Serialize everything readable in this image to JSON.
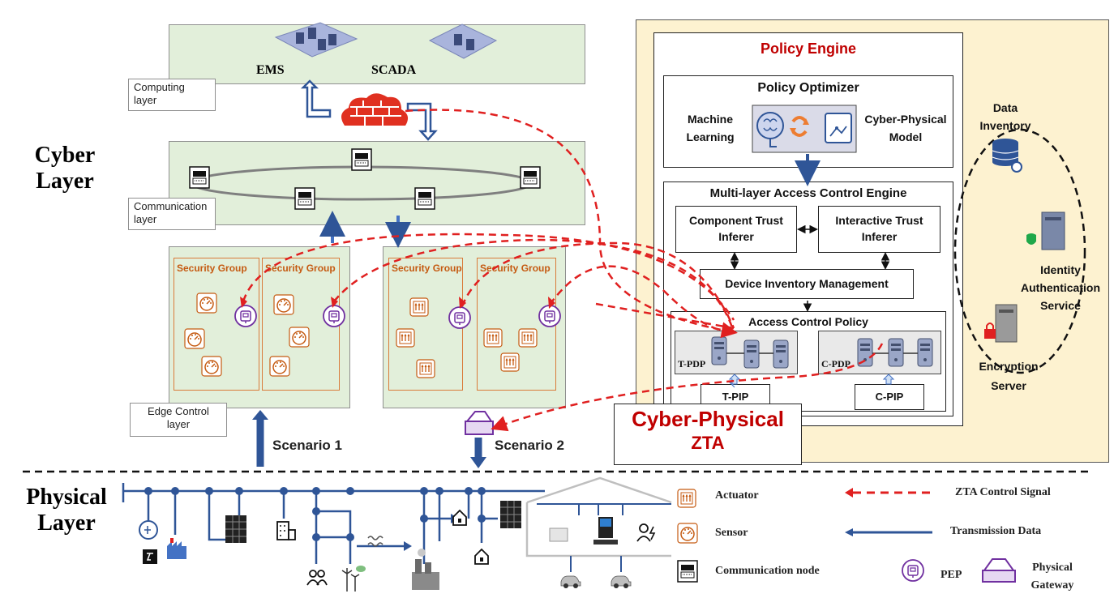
{
  "layers": {
    "cyber": [
      "Cyber",
      "Layer"
    ],
    "physical": [
      "Physical",
      "Layer"
    ]
  },
  "computing": {
    "label": [
      "Computing",
      "layer"
    ],
    "ems": "EMS",
    "scada": "SCADA"
  },
  "communication": {
    "label": [
      "Communication",
      "layer"
    ]
  },
  "edge": {
    "label": [
      "Edge Control",
      "layer"
    ],
    "security_group": "Security Group"
  },
  "scenarios": {
    "s1": "Scenario 1",
    "s2": "Scenario 2"
  },
  "policy_engine": {
    "title": "Policy Engine",
    "optimizer": {
      "title": "Policy Optimizer",
      "ml": [
        "Machine",
        "Learning"
      ],
      "cpm": [
        "Cyber-Physical",
        "Model"
      ]
    },
    "access_engine": {
      "title": "Multi-layer Access Control Engine",
      "component_trust": [
        "Component Trust",
        "Inferer"
      ],
      "interactive_trust": [
        "Interactive Trust",
        "Inferer"
      ],
      "device_inventory": "Device Inventory Management",
      "access_policy": "Access Control Policy",
      "t_pdp": "T-PDP",
      "c_pdp": "C-PDP",
      "t_pip": "T-PIP",
      "c_pip": "C-PIP"
    },
    "cpzta": [
      "Cyber-Physical",
      "ZTA"
    ]
  },
  "services": {
    "data_inventory": [
      "Data",
      "Inventory"
    ],
    "identity": [
      "Identity",
      "Authentication",
      "Service"
    ],
    "encryption": [
      "Encryption",
      "Server"
    ]
  },
  "legend": {
    "actuator": "Actuator",
    "sensor": "Sensor",
    "comm_node": "Communication node",
    "zta_signal": "ZTA Control Signal",
    "transmission": "Transmission Data",
    "pep": "PEP",
    "gateway": [
      "Physical",
      "Gateway"
    ]
  },
  "colors": {
    "panel_green": "#e2efda",
    "policy_bg": "#fdf2d0",
    "arrow_blue": "#2f5597",
    "zta_red": "#e02020",
    "sg_orange": "#c55a11",
    "pep_purple": "#7030a0",
    "title_red": "#c00000"
  },
  "icons": [
    "server-cluster-icon",
    "firewall-icon",
    "router-icon",
    "pep-icon",
    "sensor-gauge-icon",
    "actuator-icon",
    "gateway-icon",
    "database-icon",
    "brain-icon"
  ]
}
